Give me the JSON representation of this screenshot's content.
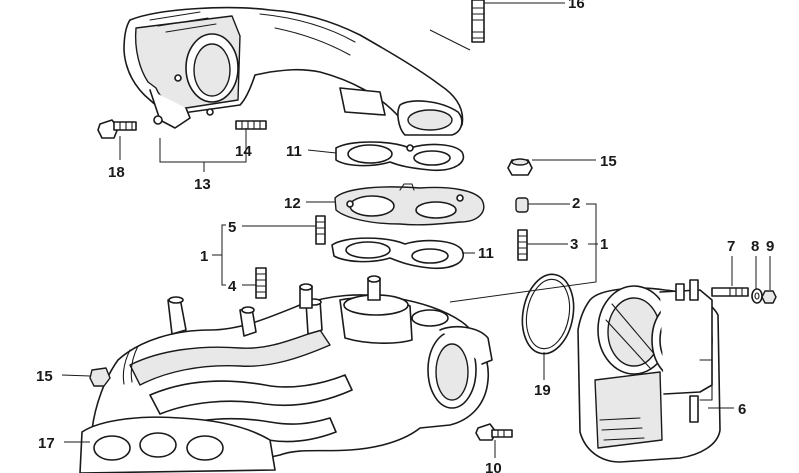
{
  "callouts": {
    "c1a": "1",
    "c1b": "1",
    "c2": "2",
    "c3": "3",
    "c4": "4",
    "c5": "5",
    "c6": "6",
    "c7": "7",
    "c8": "8",
    "c9": "9",
    "c10": "10",
    "c11a": "11",
    "c11b": "11",
    "c12": "12",
    "c13": "13",
    "c14": "14",
    "c15a": "15",
    "c15b": "15",
    "c16": "16",
    "c17": "17",
    "c18": "18",
    "c19": "19"
  },
  "colors": {
    "line": "#1a1a1a",
    "background": "#ffffff",
    "shade": "#e8e8e8"
  }
}
